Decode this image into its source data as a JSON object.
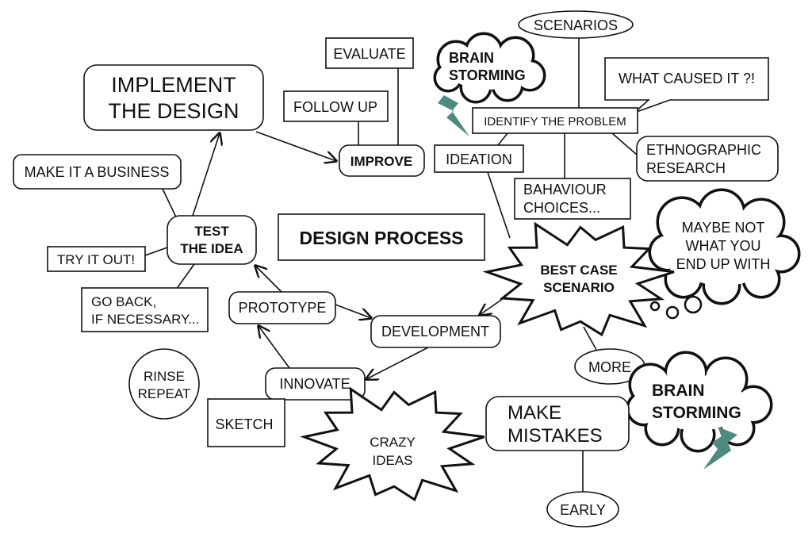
{
  "title": "DESIGN PROCESS",
  "colors": {
    "bolt": "#4d8a80",
    "stroke": "#111111"
  },
  "nodes": {
    "scenarios": "SCENARIOS",
    "brain_top": [
      "BRAIN",
      "STORMING"
    ],
    "evaluate": "EVALUATE",
    "implement": [
      "IMPLEMENT",
      "THE DESIGN"
    ],
    "follow_up": "FOLLOW UP",
    "what_caused": "WHAT CAUSED IT ?!",
    "identify": "IDENTIFY THE PROBLEM",
    "improve": "IMPROVE",
    "ideation": "IDEATION",
    "ethnographic": [
      "ETHNOGRAPHIC",
      "RESEARCH"
    ],
    "business": "MAKE IT A BUSINESS",
    "behaviour": [
      "BAHAVIOUR",
      "CHOICES..."
    ],
    "test": [
      "TEST",
      "THE IDEA"
    ],
    "maybe_not": [
      "MAYBE NOT",
      "WHAT YOU",
      "END UP WITH"
    ],
    "best_case": [
      "BEST CASE",
      "SCENARIO"
    ],
    "try_it": "TRY IT OUT!",
    "go_back": [
      "GO BACK,",
      "IF NECESSARY..."
    ],
    "prototype": "PROTOTYPE",
    "development": "DEVELOPMENT",
    "rinse": [
      "RINSE",
      "REPEAT"
    ],
    "more": "MORE",
    "innovate": "INNOVATE",
    "brain_bottom": [
      "BRAIN",
      "STORMING"
    ],
    "make_mistakes": [
      "MAKE",
      "MISTAKES"
    ],
    "sketch": "SKETCH",
    "crazy": [
      "CRAZY",
      "IDEAS"
    ],
    "early": "EARLY"
  }
}
